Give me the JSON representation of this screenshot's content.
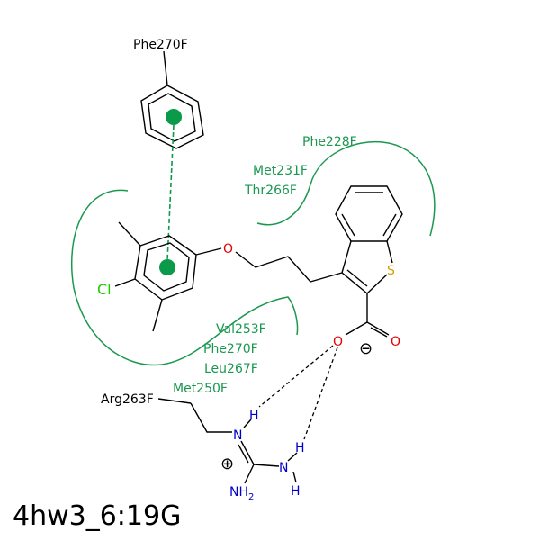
{
  "diagram": {
    "residues": {
      "phe270_top": "Phe270F",
      "phe228": "Phe228F",
      "met231": "Met231F",
      "thr266": "Thr266F",
      "val253": "Val253F",
      "phe270": "Phe270F",
      "leu267": "Leu267F",
      "met250": "Met250F",
      "arg263": "Arg263F"
    },
    "atoms": {
      "O_ether": "O",
      "S": "S",
      "Cl": "Cl",
      "O_left": "O",
      "O_right": "O",
      "N_a": "N",
      "H_a": "H",
      "N_b": "N",
      "H_b1": "H",
      "H_b2": "H",
      "NH2": "NH",
      "NH2_sub": "2"
    },
    "charges": {
      "minus": "⊖",
      "plus": "⊕"
    },
    "colors": {
      "residue_green": "#1a9850",
      "pi_dot_green": "#0a9a4a",
      "oxygen_red": "#e60000",
      "nitrogen_blue": "#0000cc",
      "sulfur_yellow": "#d4a000",
      "chlorine_green": "#22cc00"
    }
  },
  "footer": {
    "code": "4hw3_6:19G"
  }
}
